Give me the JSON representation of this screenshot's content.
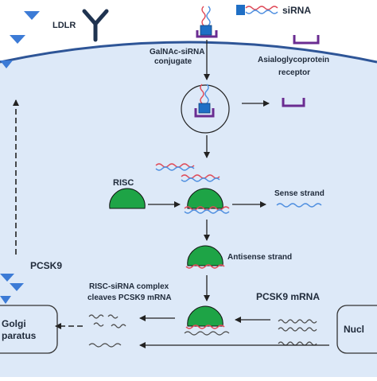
{
  "labels": {
    "ldlr": "LDLR",
    "sirna": "siRNA",
    "galnac_line1": "GalNAc-siRNA",
    "galnac_line2": "conjugate",
    "asgpr_line1": "Asialoglycoprotein",
    "asgpr_line2": "receptor",
    "risc": "RISC",
    "sense_strand": "Sense strand",
    "antisense_strand": "Antisense strand",
    "pcsk9": "PCSK9",
    "pcsk9_mrna": "PCSK9 mRNA",
    "cleave_line1": "RISC-siRNA complex",
    "cleave_line2": "cleaves PCSK9 mRNA",
    "golgi_line1": "Golgi",
    "golgi_line2": "paratus",
    "nucleus": "Nucl"
  },
  "colors": {
    "cell_fill": "#dde9f8",
    "membrane": "#2e5597",
    "ldlr_receptor": "#1f3350",
    "pcsk9_triangle": "#3c7bd6",
    "galnac_square": "#1f6fc5",
    "asgpr_receptor": "#6a2c91",
    "risc_green": "#1ea446",
    "strand_red": "#e04a58",
    "strand_blue": "#4f8fe0",
    "mrna_gray": "#4d4d4d",
    "arrow": "#222222",
    "text": "#1f2a3a"
  }
}
